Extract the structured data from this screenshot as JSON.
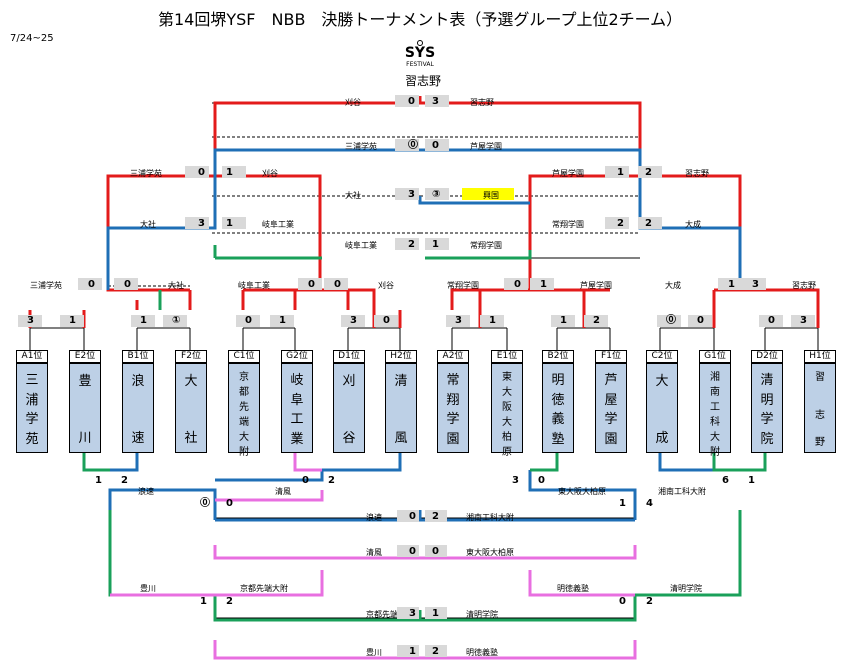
{
  "header": {
    "title": "第14回堺YSF　NBB　決勝トーナメント表（予選グループ上位2チーム）",
    "date": "7/24~25",
    "logo_text": "SYS",
    "logo_subtext": "FESTIVAL",
    "champion": "習志野"
  },
  "teams": [
    {
      "pos": "A1位",
      "name": [
        "三",
        "浦",
        "学",
        "苑"
      ]
    },
    {
      "pos": "E2位",
      "name": [
        "豊",
        "",
        "",
        "川"
      ]
    },
    {
      "pos": "B1位",
      "name": [
        "浪",
        "",
        "",
        "速"
      ]
    },
    {
      "pos": "F2位",
      "name": [
        "大",
        "",
        "",
        "社"
      ]
    },
    {
      "pos": "C1位",
      "name": [
        "京",
        "都",
        "先",
        "端",
        "大",
        "附"
      ]
    },
    {
      "pos": "G2位",
      "name": [
        "岐",
        "阜",
        "工",
        "業"
      ]
    },
    {
      "pos": "D1位",
      "name": [
        "刈",
        "",
        "",
        "谷"
      ]
    },
    {
      "pos": "H2位",
      "name": [
        "清",
        "",
        "",
        "風"
      ]
    },
    {
      "pos": "A2位",
      "name": [
        "常",
        "翔",
        "学",
        "園"
      ]
    },
    {
      "pos": "E1位",
      "name": [
        "東",
        "大",
        "阪",
        "大",
        "柏",
        "原"
      ]
    },
    {
      "pos": "B2位",
      "name": [
        "明",
        "徳",
        "義",
        "塾"
      ]
    },
    {
      "pos": "F1位",
      "name": [
        "芦",
        "屋",
        "学",
        "園"
      ]
    },
    {
      "pos": "C2位",
      "name": [
        "大",
        "",
        "",
        "成"
      ]
    },
    {
      "pos": "G1位",
      "name": [
        "湘",
        "南",
        "工",
        "科",
        "大",
        "附"
      ]
    },
    {
      "pos": "D2位",
      "name": [
        "清",
        "明",
        "学",
        "院"
      ]
    },
    {
      "pos": "H1位",
      "name": [
        "習",
        "",
        "",
        "志",
        "",
        "野"
      ]
    }
  ],
  "r1_scores": [
    "3",
    "1",
    "1",
    "①",
    "0",
    "1",
    "3",
    "0",
    "3",
    "1",
    "1",
    "2",
    "⓪",
    "0",
    "0",
    "3"
  ],
  "r2": [
    {
      "a": "三浦学苑",
      "sa": "0",
      "sb": "0",
      "b": "大社"
    },
    {
      "a": "岐阜工業",
      "sa": "0",
      "sb": "0",
      "b": "刈谷"
    },
    {
      "a": "常翔学園",
      "sa": "0",
      "sb": "1",
      "b": "芦屋学園"
    },
    {
      "a": "大成",
      "sa": "1",
      "sb": "3",
      "b": "習志野"
    }
  ],
  "semi_left": [
    {
      "a": "三浦学苑",
      "sa": "0",
      "sb": "1",
      "b": "刈谷"
    },
    {
      "a": "大社",
      "sa": "3",
      "sb": "1",
      "b": "岐阜工業"
    }
  ],
  "semi_right": [
    {
      "a": "芦屋学園",
      "sa": "1",
      "sb": "2",
      "b": "習志野"
    },
    {
      "a": "常翔学園",
      "sa": "2",
      "sb": "2",
      "b": "大成"
    }
  ],
  "center": [
    {
      "a": "刈谷",
      "sa": "0",
      "sb": "3",
      "b": "習志野"
    },
    {
      "a": "三浦学苑",
      "sa": "⓪",
      "sb": "0",
      "b": "芦屋学園"
    },
    {
      "a": "大社",
      "sa": "3",
      "sb": "③",
      "b": "興国"
    },
    {
      "a": "岐阜工業",
      "sa": "2",
      "sb": "1",
      "b": "常翔学園"
    }
  ],
  "consolation": {
    "r1": [
      {
        "a": "1",
        "b": "2"
      },
      {
        "a": "0",
        "b": "2"
      },
      {
        "a": "3",
        "b": "0"
      },
      {
        "a": "6",
        "b": "1"
      }
    ],
    "r2_left": {
      "a": "浪速",
      "sa": "⓪",
      "b": "清風",
      "sb": "0"
    },
    "r2_right": {
      "a": "東大阪大柏原",
      "sa": "1",
      "b": "湘南工科大附",
      "sb": "4"
    },
    "m1": {
      "a": "浪速",
      "sa": "0",
      "sb": "2",
      "b": "湘南工科大附"
    },
    "m2": {
      "a": "清風",
      "sa": "0",
      "sb": "0",
      "b": "東大阪大柏原"
    },
    "r3_left": {
      "a": "豊川",
      "sa": "1",
      "b": "京都先端大附",
      "sb": "2"
    },
    "r3_right": {
      "a": "明徳義塾",
      "sa": "0",
      "b": "清明学院",
      "sb": "2"
    },
    "m3": {
      "a": "京都先端大附",
      "sa": "3",
      "sb": "1",
      "b": "清明学院"
    },
    "m4": {
      "a": "豊川",
      "sa": "1",
      "sb": "2",
      "b": "明徳義塾"
    }
  },
  "colors": {
    "red": "#e31b1b",
    "blue": "#1f6fb6",
    "green": "#1aa05a",
    "pink": "#e86fe0",
    "gray": "#d9d9d9",
    "team_bg": "#bdd0e6",
    "highlight": "#ffff00"
  }
}
